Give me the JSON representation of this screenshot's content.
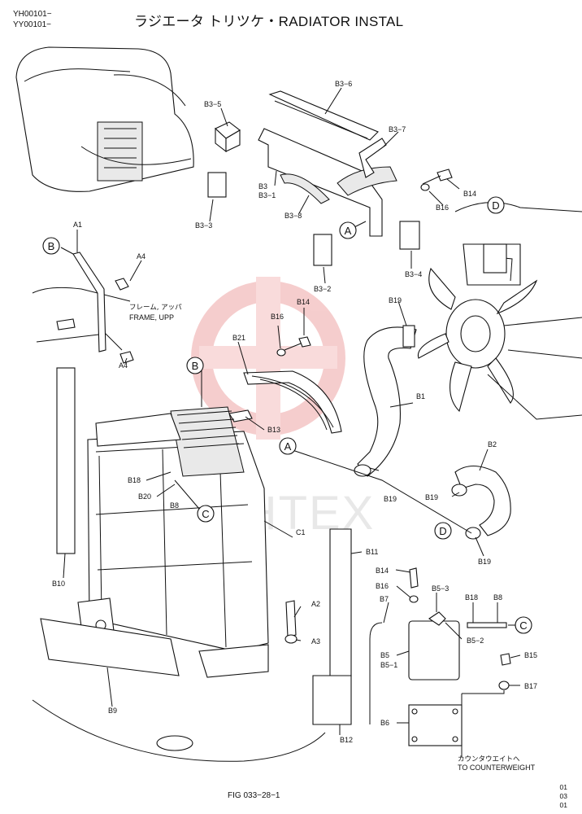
{
  "header": {
    "code_1": "YH00101−",
    "code_2": "YY00101−",
    "title": "ラジエータ トリツケ・RADIATOR INSTAL"
  },
  "callouts": [
    "A",
    "B",
    "C",
    "D"
  ],
  "labels": {
    "b3_6": "B3−6",
    "b3_5": "B3−5",
    "b3_7": "B3−7",
    "b3": "B3",
    "b3_1": "B3−1",
    "b3_8": "B3−8",
    "b3_3": "B3−3",
    "b14_top": "B14",
    "b16_top": "B16",
    "b3_2": "B3−2",
    "b3_4": "B3−4",
    "a1": "A1",
    "a4_top": "A4",
    "a4_bottom": "A4",
    "frame_jp": "フレーム, アッパ",
    "frame_en": "FRAME, UPP",
    "b14_mid": "B14",
    "b16_mid": "B16",
    "b21": "B21",
    "b13": "B13",
    "b19_top": "B19",
    "b1": "B1",
    "b18_left": "B18",
    "b20": "B20",
    "b8_left": "B8",
    "b19_mid": "B19",
    "b2": "B2",
    "b19_right": "B19",
    "b19_bottom": "B19",
    "b10": "B10",
    "c1": "C1",
    "b11": "B11",
    "a2": "A2",
    "a3": "A3",
    "b9": "B9",
    "b12": "B12",
    "b14_low": "B14",
    "b16_low": "B16",
    "b5_3": "B5−3",
    "b18_right": "B18",
    "b8_right": "B8",
    "b7": "B7",
    "b5_2": "B5−2",
    "b5": "B5",
    "b5_1": "B5−1",
    "b15": "B15",
    "b17": "B17",
    "b6": "B6",
    "cw_jp": "カウンタウエイトへ",
    "cw_en": "TO COUNTERWEIGHT"
  },
  "watermark": "VHTEX",
  "footer": {
    "fig": "FIG 033−28−1",
    "rev_1": "01",
    "rev_2": "03",
    "rev_3": "01"
  }
}
